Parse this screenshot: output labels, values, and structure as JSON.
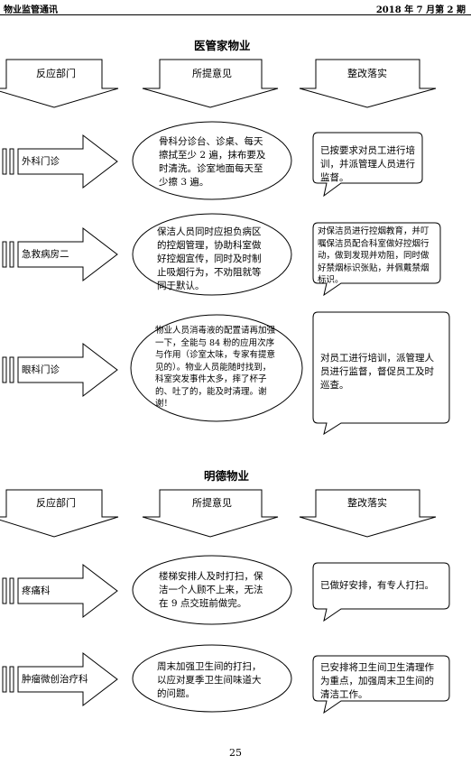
{
  "header": {
    "left": "物业监管通讯",
    "right": "2018 年 7 月第 2 期"
  },
  "columns": {
    "dept": "反应部门",
    "opinion": "所提意见",
    "fix": "整改落实"
  },
  "sections": [
    {
      "title": "医管家物业",
      "rows": [
        {
          "dept": "外科门诊",
          "opinion": "骨科分诊台、诊桌、每天擦拭至少 2 遍，抹布要及时清洗。诊室地面每天至少擦 3 遍。",
          "fix": "已按要求对员工进行培训，并派管理人员进行监督。"
        },
        {
          "dept": "急救病房二",
          "opinion": "保洁人员同时应担负病区的控烟管理，协助科室做好控烟宣传，同时及时制止吸烟行为，不劝阻就等同于默认。",
          "fix": "对保洁员进行控烟教育，并叮嘱保洁员配合科室做好控烟行动，做到发现并劝阻，同时做好禁烟标识张贴，并佩戴禁烟标识。"
        },
        {
          "dept": "眼科门诊",
          "opinion": "物业人员消毒液的配置请再加强一下，全能与 84 粉的应用次序与作用（诊室太味，专家有提意见的）。物业人员能随时找到，科室突发事件太多，摔了杯子的、吐了的，能及时清理。谢谢！",
          "fix": "对员工进行培训，派管理人员进行监督，督促员工及时巡查。"
        }
      ]
    },
    {
      "title": "明德物业",
      "rows": [
        {
          "dept": "疼痛科",
          "opinion": "楼梯安排人及时打扫，保洁一个人顾不上来，无法在 9 点交班前做完。",
          "fix": "已做好安排，有专人打扫。"
        },
        {
          "dept": "肿瘤微创治疗科",
          "opinion": "周末加强卫生间的打扫，以应对夏季卫生间味道大的问题。",
          "fix": "已安排将卫生间卫生清理作为重点，加强周末卫生间的清洁工作。"
        }
      ]
    }
  ],
  "page_number": "25"
}
